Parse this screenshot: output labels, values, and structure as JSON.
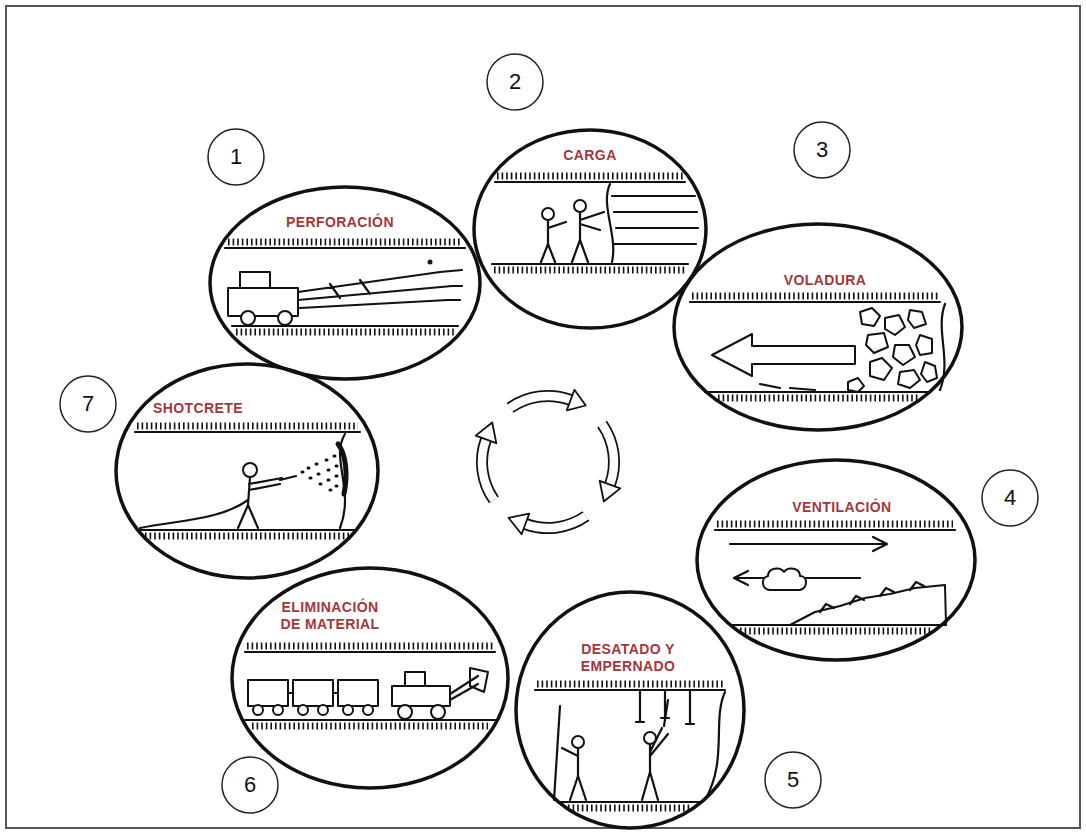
{
  "diagram": {
    "nodes": [
      {
        "text": [
          "PERFORACIÓN"
        ]
      },
      {
        "text": [
          "CARGA"
        ]
      },
      {
        "text": [
          "VOLADURA"
        ]
      },
      {
        "text": [
          "VENTILACIÓN"
        ]
      },
      {
        "text": [
          "DESATADO Y EMPERNADO"
        ]
      },
      {
        "text": [
          "ELIMINACIÓN DE MATERIAL"
        ]
      },
      {
        "text": [
          "SHOTCRETE"
        ]
      }
    ],
    "labels": [
      "1",
      "2",
      "3",
      "4",
      "5",
      "6",
      "7"
    ]
  }
}
